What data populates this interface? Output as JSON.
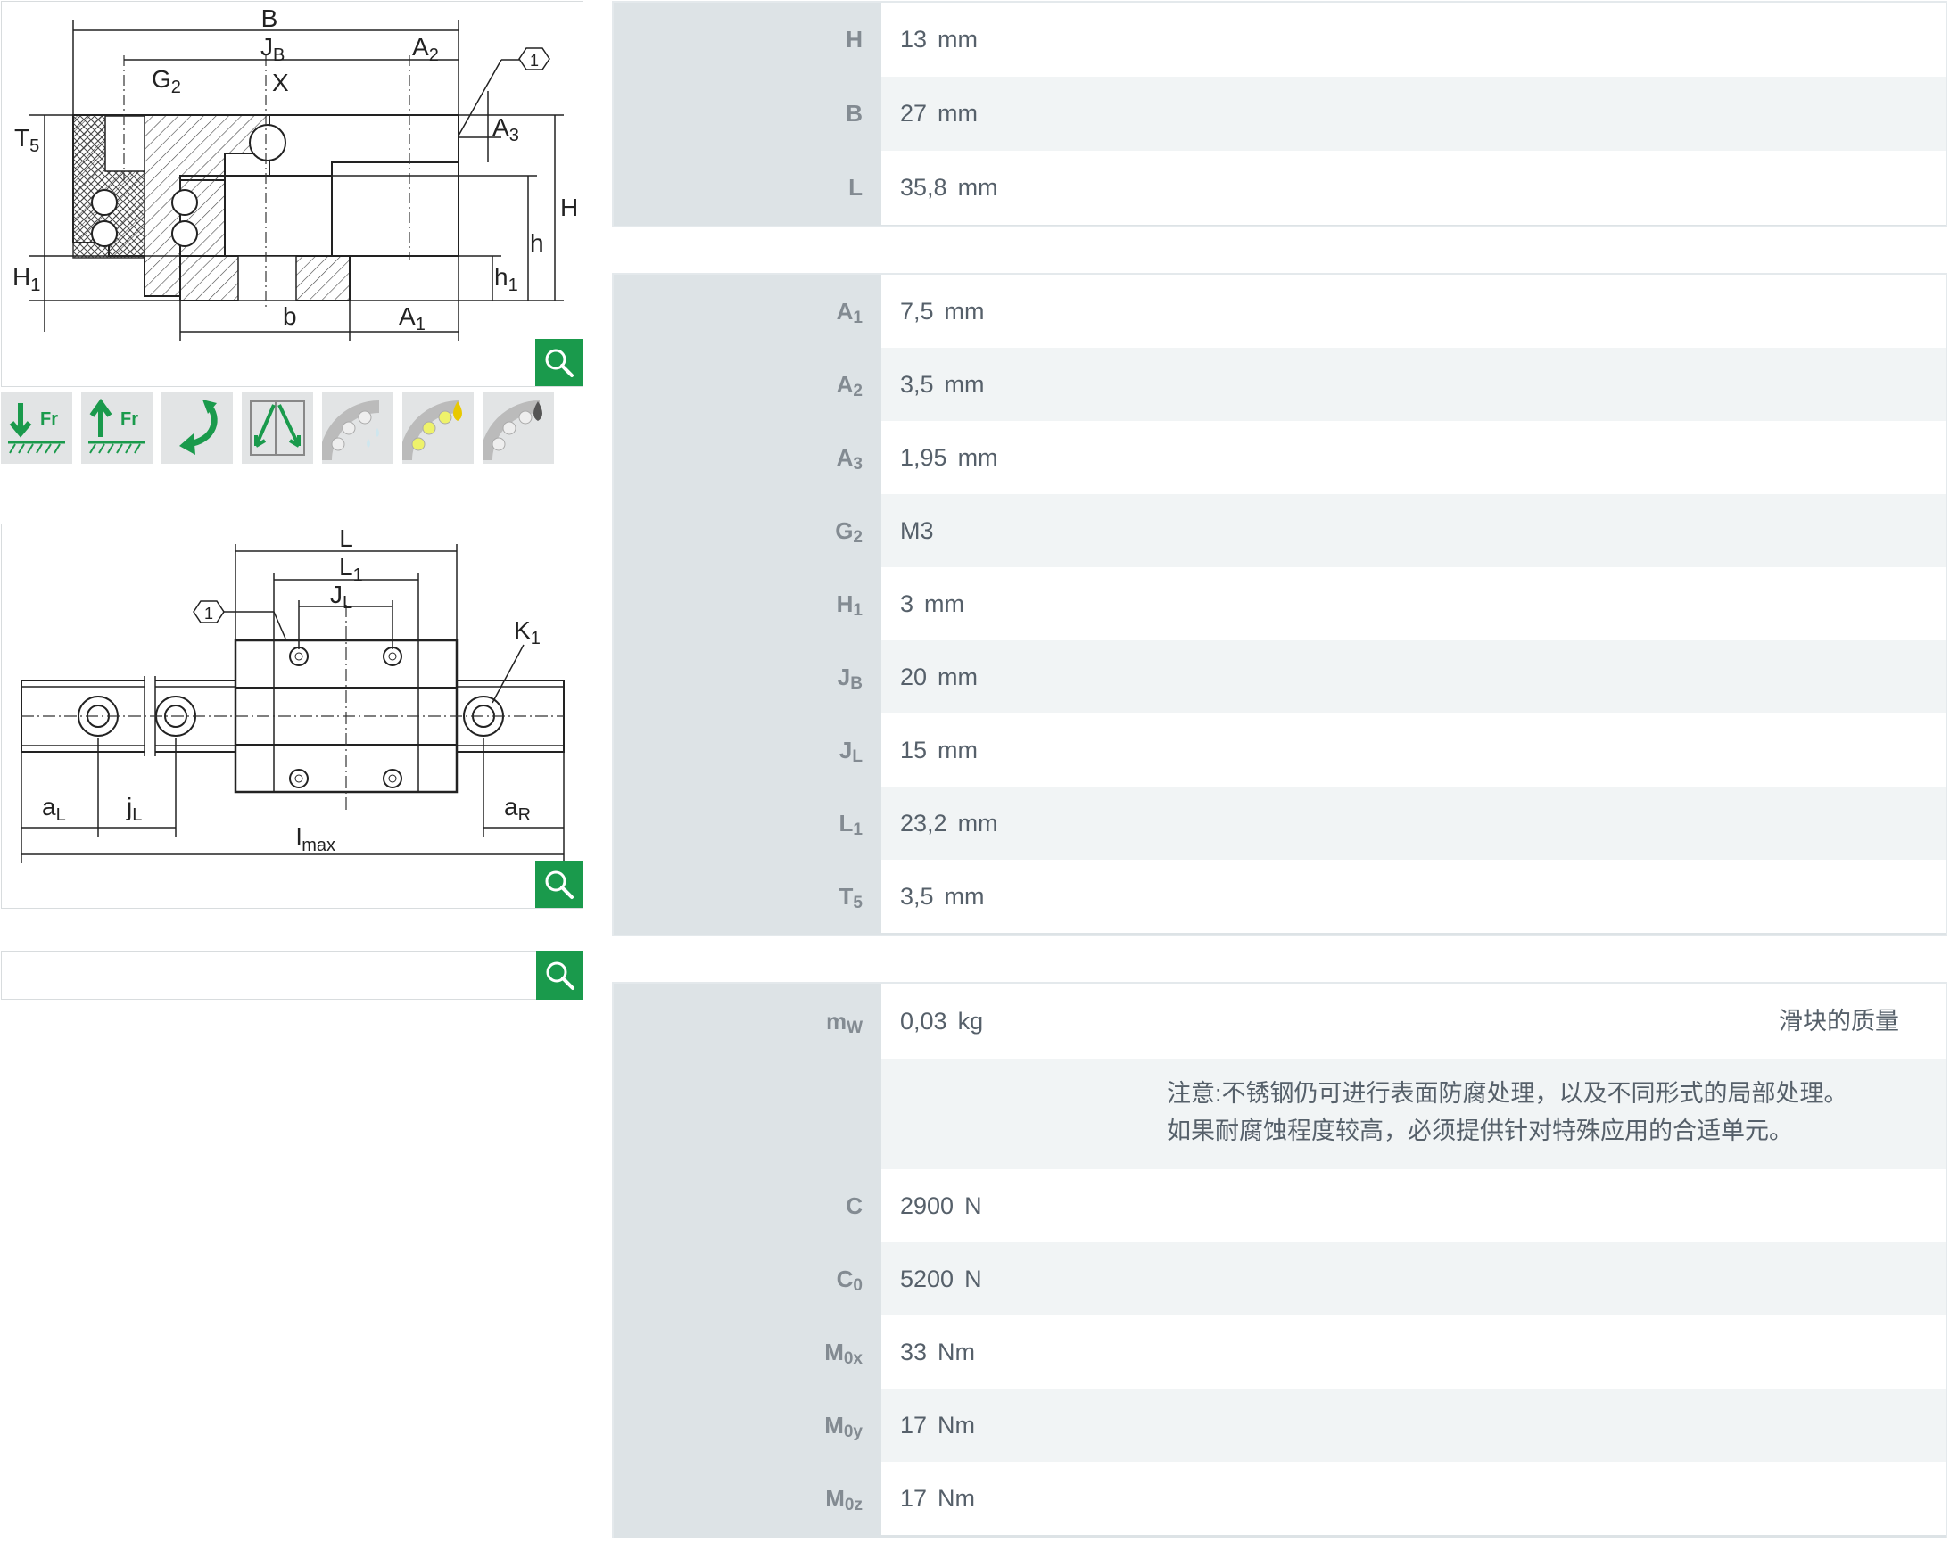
{
  "figure_labels": {
    "B": "B",
    "JB_main": "J",
    "JB_sub": "B",
    "A2_main": "A",
    "A2_sub": "2",
    "G2_main": "G",
    "G2_sub": "2",
    "X": "X",
    "A3_main": "A",
    "A3_sub": "3",
    "T5_main": "T",
    "T5_sub": "5",
    "H": "H",
    "h": "h",
    "h1_main": "h",
    "h1_sub": "1",
    "H1_main": "H",
    "H1_sub": "1",
    "b": "b",
    "A1_main": "A",
    "A1_sub": "1",
    "callout": "1",
    "L": "L",
    "L1_main": "L",
    "L1_sub": "1",
    "JL_main": "J",
    "JL_sub": "L",
    "K1_main": "K",
    "K1_sub": "1",
    "aL_main": "a",
    "aL_sub": "L",
    "jL_main": "j",
    "jL_sub": "L",
    "aR_main": "a",
    "aR_sub": "R",
    "lmax_main": "l",
    "lmax_sub": "max",
    "Fr": "Fr"
  },
  "property_icons": [
    "load-down-icon",
    "load-up-icon",
    "moment-icon",
    "misalignment-icon",
    "water-bearing-icon",
    "oil-yellow-bearing-icon",
    "oil-dark-bearing-icon"
  ],
  "colors": {
    "accent": "#1a9a4c",
    "table_key_bg": "#dde3e6",
    "alt_row": "#f1f4f5"
  },
  "tables": {
    "main": [
      {
        "key": "H",
        "sub": "",
        "value": "13",
        "unit": "mm"
      },
      {
        "key": "B",
        "sub": "",
        "value": "27",
        "unit": "mm"
      },
      {
        "key": "L",
        "sub": "",
        "value": "35,8",
        "unit": "mm"
      }
    ],
    "dims": [
      {
        "key": "A",
        "sub": "1",
        "value": "7,5",
        "unit": "mm"
      },
      {
        "key": "A",
        "sub": "2",
        "value": "3,5",
        "unit": "mm"
      },
      {
        "key": "A",
        "sub": "3",
        "value": "1,95",
        "unit": "mm"
      },
      {
        "key": "G",
        "sub": "2",
        "value": "M3",
        "unit": ""
      },
      {
        "key": "H",
        "sub": "1",
        "value": "3",
        "unit": "mm"
      },
      {
        "key": "J",
        "sub": "B",
        "value": "20",
        "unit": "mm"
      },
      {
        "key": "J",
        "sub": "L",
        "value": "15",
        "unit": "mm"
      },
      {
        "key": "L",
        "sub": "1",
        "value": "23,2",
        "unit": "mm"
      },
      {
        "key": "T",
        "sub": "5",
        "value": "3,5",
        "unit": "mm"
      }
    ],
    "loads": {
      "mass": {
        "key": "m",
        "sub": "W",
        "value": "0,03",
        "unit": "kg",
        "desc": "滑块的质量"
      },
      "note_line1": "注意:不锈钢仍可进行表面防腐处理，以及不同形式的局部处理。",
      "note_line2": "如果耐腐蚀程度较高，必须提供针对特殊应用的合适单元。",
      "rows": [
        {
          "key": "C",
          "sub": "",
          "value": "2900",
          "unit": "N"
        },
        {
          "key": "C",
          "sub": "0",
          "value": "5200",
          "unit": "N"
        },
        {
          "key": "M",
          "sub": "0x",
          "value": "33",
          "unit": "Nm"
        },
        {
          "key": "M",
          "sub": "0y",
          "value": "17",
          "unit": "Nm"
        },
        {
          "key": "M",
          "sub": "0z",
          "value": "17",
          "unit": "Nm"
        }
      ]
    }
  }
}
